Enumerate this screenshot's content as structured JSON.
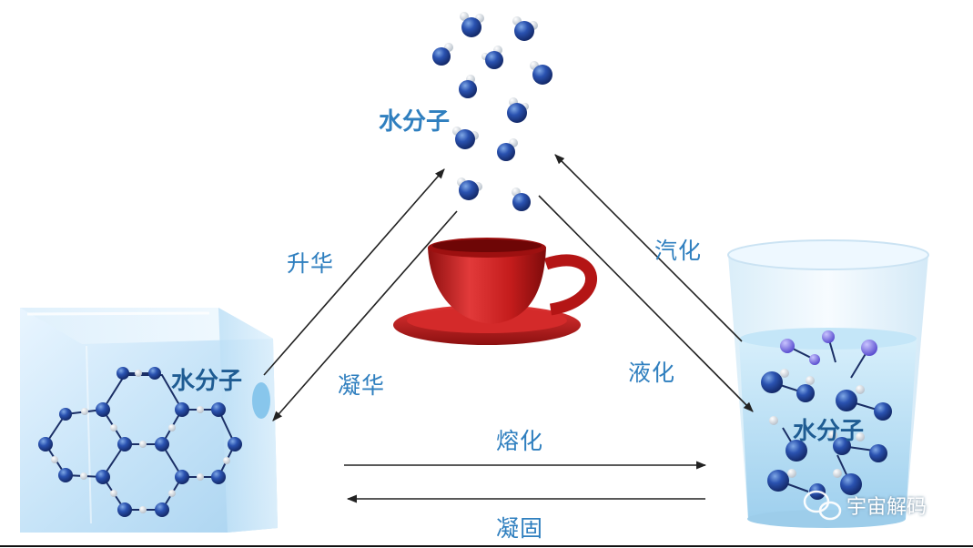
{
  "labels": {
    "gas_molecules": "水分子",
    "ice_molecules": "水分子",
    "water_molecules": "水分子",
    "sublimation": "升华",
    "deposition": "凝华",
    "vaporization": "汽化",
    "liquefaction": "液化",
    "melting": "熔化",
    "solidification": "凝固"
  },
  "watermark": "宇宙解码",
  "colors": {
    "label": "#2f7fbf",
    "atom_dark": "#1f3f8f",
    "atom_light": "#ffffff",
    "cup": "#c81d1d",
    "ice": "#cfe6f7",
    "water": "#bfe2f5"
  }
}
